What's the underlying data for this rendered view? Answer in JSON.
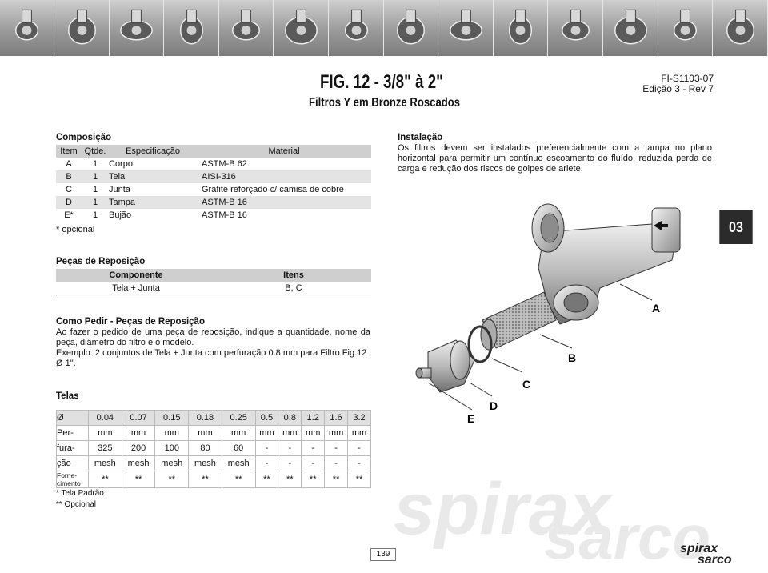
{
  "header": {
    "figure": "FIG. 12 - 3/8\" à 2\"",
    "subtitle": "Filtros Y em Bronze Roscados",
    "doc_code": "FI-S1103-07",
    "edition": "Edição 3 - Rev 7"
  },
  "composition": {
    "title": "Composição",
    "columns": [
      "Item",
      "Qtde.",
      "Especificação",
      "Material"
    ],
    "rows": [
      [
        "A",
        "1",
        "Corpo",
        "ASTM-B 62"
      ],
      [
        "B",
        "1",
        "Tela",
        "AISI-316"
      ],
      [
        "C",
        "1",
        "Junta",
        "Grafite reforçado c/ camisa de cobre"
      ],
      [
        "D",
        "1",
        "Tampa",
        "ASTM-B 16"
      ],
      [
        "E*",
        "1",
        "Bujão",
        "ASTM-B 16"
      ]
    ],
    "footnote": "* opcional"
  },
  "installation": {
    "title": "Instalação",
    "text": "Os filtros devem ser instalados preferencialmente com a tampa no plano horizontal para permitir um contínuo escoamento do fluído, reduzida perda de carga e redução dos riscos de golpes de ariete."
  },
  "section_tab": "03",
  "spare_parts": {
    "title": "Peças de Reposição",
    "columns": [
      "Componente",
      "Itens"
    ],
    "rows": [
      [
        "Tela + Junta",
        "B, C"
      ]
    ]
  },
  "ordering": {
    "title": "Como Pedir - Peças de Reposição",
    "text1": "Ao fazer o pedido de uma peça de reposição, indique a quantidade, nome da peça, diâmetro do filtro e o modelo.",
    "text2": "Exemplo: 2 conjuntos de Tela + Junta com perfuração 0.8 mm para Filtro Fig.12 Ø 1\"."
  },
  "screens": {
    "title": "Telas",
    "rows": [
      [
        "Ø",
        "0.04",
        "0.07",
        "0.15",
        "0.18",
        "0.25",
        "0.5",
        "0.8",
        "1.2",
        "1.6",
        "3.2"
      ],
      [
        "Per-",
        "mm",
        "mm",
        "mm",
        "mm",
        "mm",
        "mm",
        "mm",
        "mm",
        "mm",
        "mm"
      ],
      [
        "fura-",
        "325",
        "200",
        "100",
        "80",
        "60",
        "-",
        "-",
        "-",
        "-",
        "-"
      ],
      [
        "ção",
        "mesh",
        "mesh",
        "mesh",
        "mesh",
        "mesh",
        "-",
        "-",
        "-",
        "-",
        "-"
      ],
      [
        "Forne-cimento",
        "**",
        "**",
        "**",
        "**",
        "**",
        "**",
        "**",
        "**",
        "**",
        "**"
      ]
    ],
    "note1": "* Tela Padrão",
    "note2": "** Opcional"
  },
  "diagram": {
    "labels": [
      "A",
      "B",
      "C",
      "D",
      "E"
    ]
  },
  "footer": {
    "page": "139",
    "watermark_1": "spirax",
    "watermark_2": "sarco",
    "logo_1": "spirax",
    "logo_2": "sarco"
  }
}
